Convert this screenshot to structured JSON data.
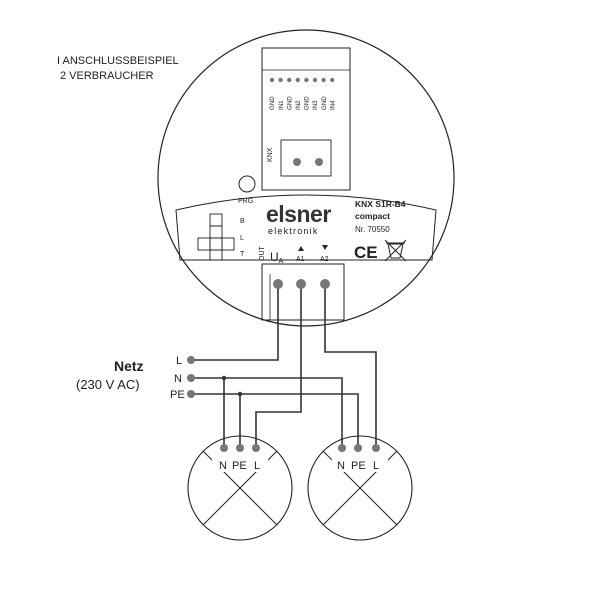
{
  "header": {
    "line1": "I ANSCHLUSSBEISPIEL",
    "line2": "2 VERBRAUCHER"
  },
  "device": {
    "brand": "elsner",
    "brand_sub": "elektronik",
    "model": "KNX S1R-B4",
    "variant": "compact",
    "number": "Nr. 70550",
    "prg_label": "PRG",
    "knx_label": "KNX",
    "input_terminals": [
      "GND",
      "IN1",
      "GND",
      "IN2",
      "GND",
      "IN3",
      "GND",
      "IN4"
    ],
    "led_labels": [
      "B",
      "L",
      "T"
    ],
    "out_label": "OUT",
    "output_labels": {
      "ua": "U",
      "ua_sub": "A",
      "a1": "A1",
      "a2": "A2"
    },
    "ce_mark": "CE"
  },
  "supply": {
    "title": "Netz",
    "voltage": "(230 V AC)",
    "lines": [
      "L",
      "N",
      "PE"
    ]
  },
  "loads": [
    {
      "terminals": [
        "N",
        "PE",
        "L"
      ]
    },
    {
      "terminals": [
        "N",
        "PE",
        "L"
      ]
    }
  ],
  "colors": {
    "line": "#333333",
    "terminal": "#777777",
    "outline": "#222222"
  }
}
